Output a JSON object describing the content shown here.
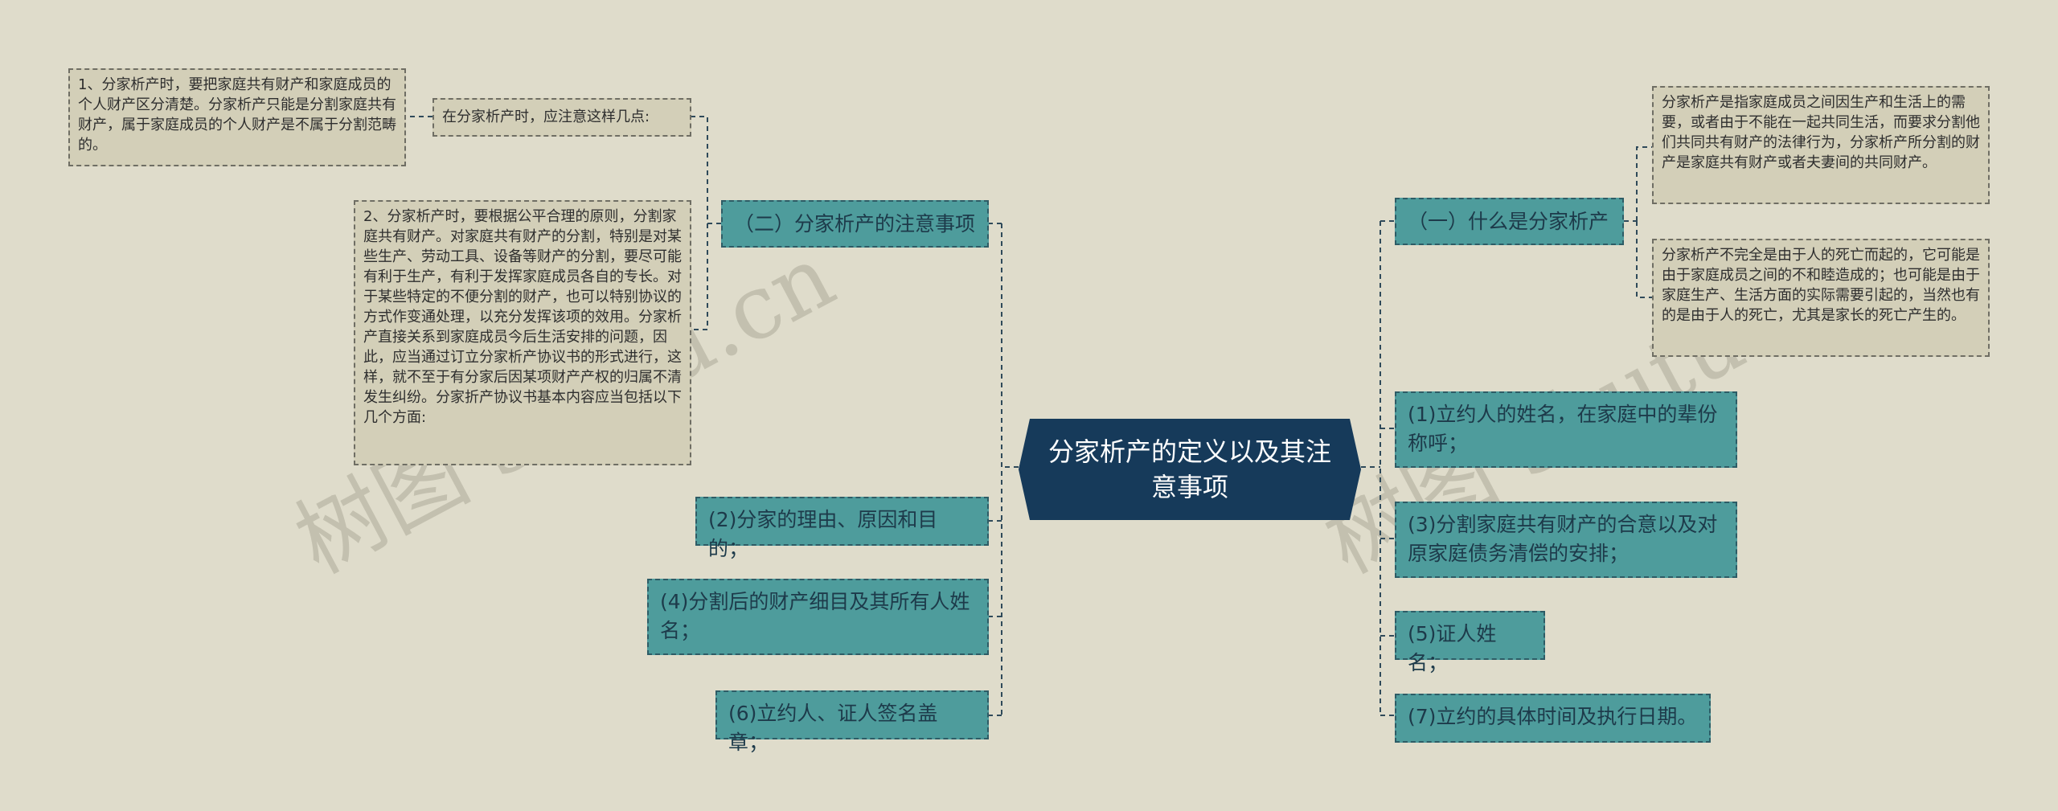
{
  "root": {
    "label": "分家析产的定义以及其注意事项"
  },
  "left": {
    "branch2": {
      "label": "（二）分家析产的注意事项"
    },
    "intro": {
      "label": "在分家析产时，应注意这样几点:"
    },
    "note1": {
      "label": "1、分家析产时，要把家庭共有财产和家庭成员的个人财产区分清楚。分家析产只能是分割家庭共有财产，属于家庭成员的个人财产是不属于分割范畴的。"
    },
    "note2": {
      "label": "2、分家析产时，要根据公平合理的原则，分割家庭共有财产。对家庭共有财产的分割，特别是对某些生产、劳动工具、设备等财产的分割，要尽可能有利于生产，有利于发挥家庭成员各自的专长。对于某些特定的不便分割的财产，也可以特别协议的方式作变通处理，以充分发挥该项的效用。分家析产直接关系到家庭成员今后生活安排的问题，因此，应当通过订立分家析产协议书的形式进行，这样，就不至于有分家后因某项财产产权的归属不清发生纠纷。分家折产协议书基本内容应当包括以下几个方面:"
    },
    "item2": {
      "label": "(2)分家的理由、原因和目的；"
    },
    "item4": {
      "label": "(4)分割后的财产细目及其所有人姓名；"
    },
    "item6": {
      "label": "(6)立约人、证人签名盖章；"
    }
  },
  "right": {
    "branch1": {
      "label": "（一）什么是分家析产"
    },
    "def1": {
      "label": "分家析产是指家庭成员之间因生产和生活上的需要，或者由于不能在一起共同生活，而要求分割他们共同共有财产的法律行为，分家析产所分割的财产是家庭共有财产或者夫妻间的共同财产。"
    },
    "def2": {
      "label": "分家析产不完全是由于人的死亡而起的，它可能是由于家庭成员之间的不和睦造成的；也可能是由于家庭生产、生活方面的实际需要引起的，当然也有的是由于人的死亡，尤其是家长的死亡产生的。"
    },
    "item1": {
      "label": "(1)立约人的姓名，在家庭中的辈份称呼；"
    },
    "item3": {
      "label": "(3)分割家庭共有财产的合意以及对原家庭债务清偿的安排；"
    },
    "item5": {
      "label": "(5)证人姓名；"
    },
    "item7": {
      "label": "(7)立约的具体时间及执行日期。"
    }
  },
  "watermarks": [
    "树图 shutu.cn",
    "树图 shutu.cn"
  ],
  "colors": {
    "background": "#dfdccb",
    "root_fill": "#163a5a",
    "branch_fill": "#4e9c9c",
    "note_fill": "#d3cfb8",
    "connector": "#2f4a5a"
  }
}
